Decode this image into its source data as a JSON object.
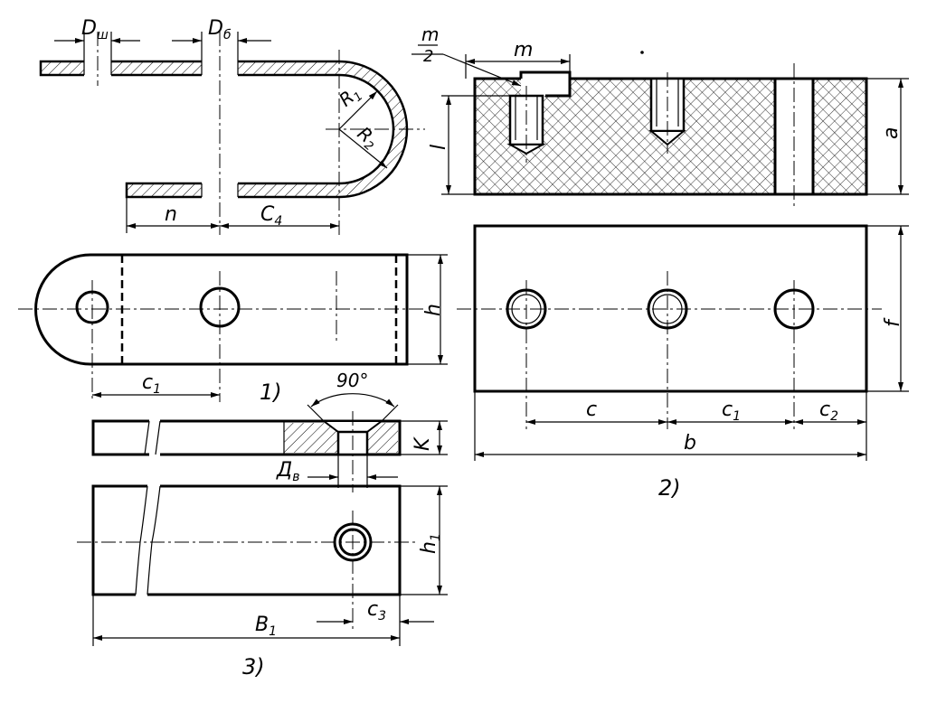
{
  "views": [
    {
      "id": "1",
      "label": "1)"
    },
    {
      "id": "2",
      "label": "2)"
    },
    {
      "id": "3",
      "label": "3)"
    }
  ],
  "dims": {
    "D_sh": "D",
    "D_sh_sub": "ш",
    "D_b": "D",
    "D_b_sub": "б",
    "R1": "R",
    "R1_sub": "1",
    "R2": "R",
    "R2_sub": "2",
    "n": "n",
    "C4": "C",
    "C4_sub": "4",
    "c1_v1": "c",
    "c1_v1_sub": "1",
    "h": "h",
    "m2_num": "m",
    "m2_den": "2",
    "m": "m",
    "l": "l",
    "a": "a",
    "f": "f",
    "c": "c",
    "c1_v2": "c",
    "c1_v2_sub": "1",
    "c2": "c",
    "c2_sub": "2",
    "b": "b",
    "angle": "90°",
    "K": "K",
    "D_v": "Д",
    "D_v_sub": "в",
    "h1": "h",
    "h1_sub": "1",
    "c3": "c",
    "c3_sub": "3",
    "B1": "B",
    "B1_sub": "1"
  }
}
